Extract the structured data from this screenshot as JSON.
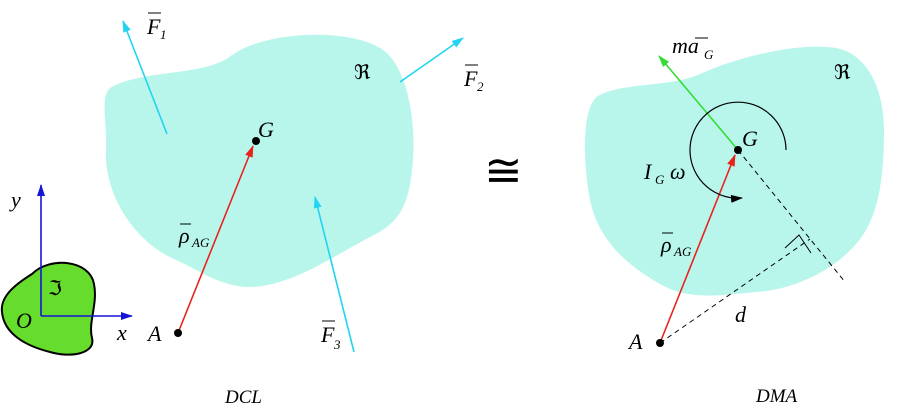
{
  "colors": {
    "body_fill": "#b8f6ec",
    "frame_body_fill": "#66dd2c",
    "force": "#21d4f2",
    "position_vector": "#e8231d",
    "inertia_vector": "#33dd33",
    "axis": "#1515d8",
    "ink": "#000000"
  },
  "dcl": {
    "caption": "DCL",
    "body_symbol": "ℜ",
    "G_label": "G",
    "A_label": "A",
    "F1": {
      "main": "F",
      "sub": "1"
    },
    "F2": {
      "main": "F",
      "sub": "2"
    },
    "F3": {
      "main": "F",
      "sub": "3"
    },
    "rho": {
      "main": "ρ",
      "sub": "AG"
    }
  },
  "frame": {
    "origin_label": "O",
    "x_label": "x",
    "y_label": "y",
    "body_symbol": "ℑ"
  },
  "equivalence_symbol": "≅",
  "dma": {
    "caption": "DMA",
    "body_symbol": "ℜ",
    "G_label": "G",
    "A_label": "A",
    "d_label": "d",
    "ma": {
      "main": "ma",
      "sub": "G"
    },
    "moment": {
      "main": "I",
      "sub": "G",
      "tail": "ω"
    },
    "rho": {
      "main": "ρ",
      "sub": "AG"
    }
  }
}
